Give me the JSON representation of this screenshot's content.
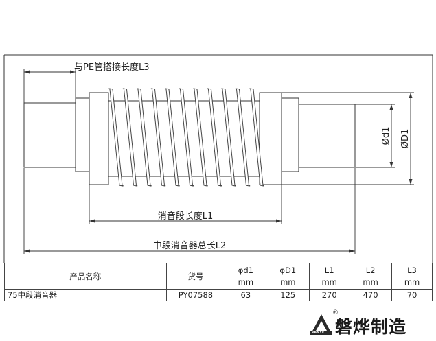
{
  "diagram": {
    "labels": {
      "pe_overlap_length": "与PE管搭接长度L3",
      "muffler_section_length": "消音段长度L1",
      "total_length": "中段消音器总长L2",
      "inner_diameter": "Ød1",
      "outer_diameter": "ØD1"
    }
  },
  "table": {
    "headers": {
      "name": "产品名称",
      "code": "货号",
      "d1": "φd1",
      "D1": "φD1",
      "L1": "L1",
      "L2": "L2",
      "L3": "L3",
      "unit": "mm"
    },
    "row": {
      "name": "75中段消音器",
      "code": "PY07588",
      "d1": "63",
      "D1": "125",
      "L1": "270",
      "L2": "470",
      "L3": "70"
    }
  },
  "brand": {
    "name": "磐烨制造",
    "sub": "PANYE",
    "reg": "®",
    "accent": "#2a2a2a"
  }
}
